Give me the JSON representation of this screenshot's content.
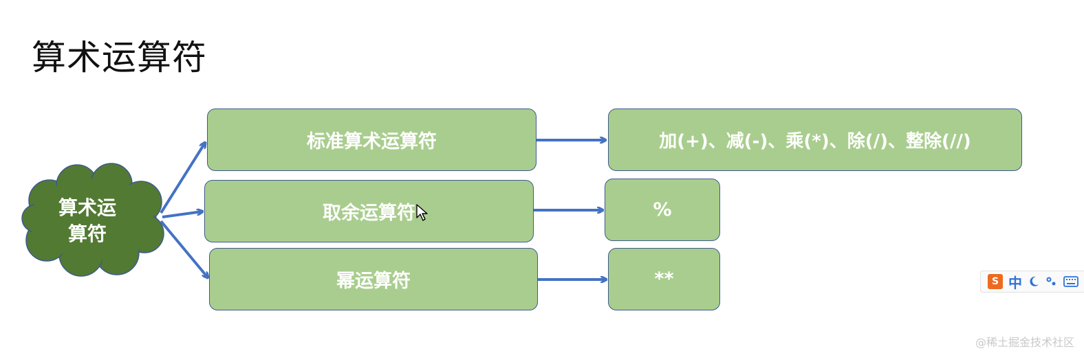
{
  "title": "算术运算符",
  "center": {
    "line1": "算术运",
    "line2": "算符"
  },
  "categories": [
    {
      "label": "标准算术运算符",
      "detail": "加(+)、减(-)、乘(*)、除(/)、整除(//)"
    },
    {
      "label": "取余运算符",
      "detail": "%"
    },
    {
      "label": "幂运算符",
      "detail": "**"
    }
  ],
  "ime": {
    "mode": "中",
    "icons": [
      "sogou-logo-icon",
      "moon-icon",
      "punctuation-icon",
      "keyboard-icon"
    ]
  },
  "watermark": "@稀土掘金技术社区",
  "colors": {
    "box_fill": "#a9cd8e",
    "box_border": "#3d5a8c",
    "cloud_fill": "#527a33",
    "arrow": "#4472c4",
    "ime_logo": "#ee6a1f",
    "ime_accent": "#2f72d8"
  }
}
